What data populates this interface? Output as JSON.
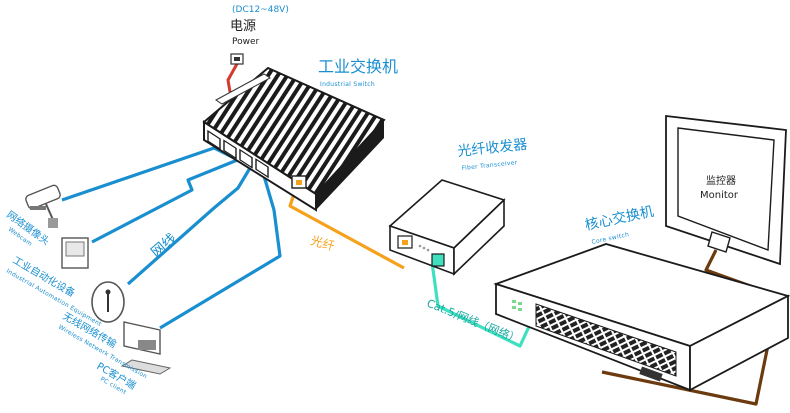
{
  "power": {
    "voltage": "(DC12~48V)",
    "cn": "电源",
    "en": "Power"
  },
  "industrial_switch": {
    "cn": "工业交换机",
    "en": "Industrial Switch"
  },
  "fiber_transceiver": {
    "cn": "光纤收发器",
    "en": "Fiber Transceiver"
  },
  "core_switch": {
    "cn": "核心交换机",
    "en": "Core switch"
  },
  "monitor": {
    "cn": "监控器",
    "en": "Monitor"
  },
  "links": {
    "network_cable": "网线",
    "fiber": "光纤",
    "cat5": "Cat.5/网线（网络）"
  },
  "devices": [
    {
      "cn": "网络摄像头",
      "en": "Webcam"
    },
    {
      "cn": "工业自动化设备",
      "en": "Industrial Automation Equipment"
    },
    {
      "cn": "无线网络传输",
      "en": "Wireless Network Transmission"
    },
    {
      "cn": "PC客户端",
      "en": "PC client"
    }
  ],
  "colors": {
    "network_cable": "#1a8fd0",
    "fiber": "#f5a11c",
    "cat5": "#3fe0c0",
    "monitor_cable": "#6b3a0e",
    "power_cable": "#d23a2a"
  }
}
